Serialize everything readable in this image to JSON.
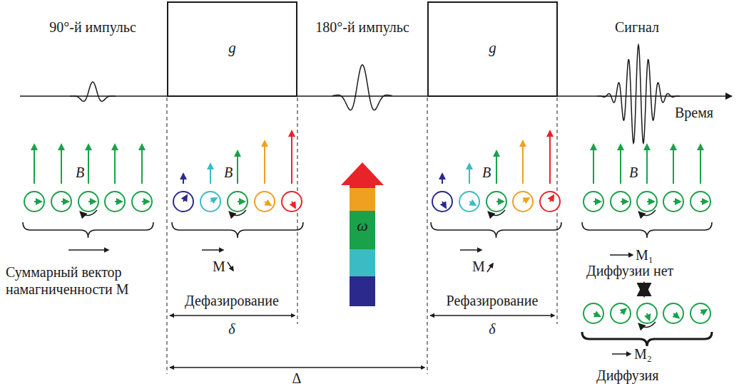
{
  "diagram": {
    "nodes": [
      {
        "text": [
          "g"
        ]
      },
      {
        "text": [
          "g"
        ]
      },
      {
        "text": [
          "ω"
        ]
      }
    ],
    "labels": [
      "90°-й импульс",
      "180°-й импульс",
      "Сигнал",
      "Время",
      "B",
      "B",
      "B",
      "B",
      "Суммарный вектор намагниченности M",
      "M",
      "Дефазирование",
      "M",
      "Рефазирование",
      "M₁",
      "Диффузии нет",
      "M₂",
      "Диффузия",
      "δ",
      "δ",
      "Δ"
    ]
  }
}
